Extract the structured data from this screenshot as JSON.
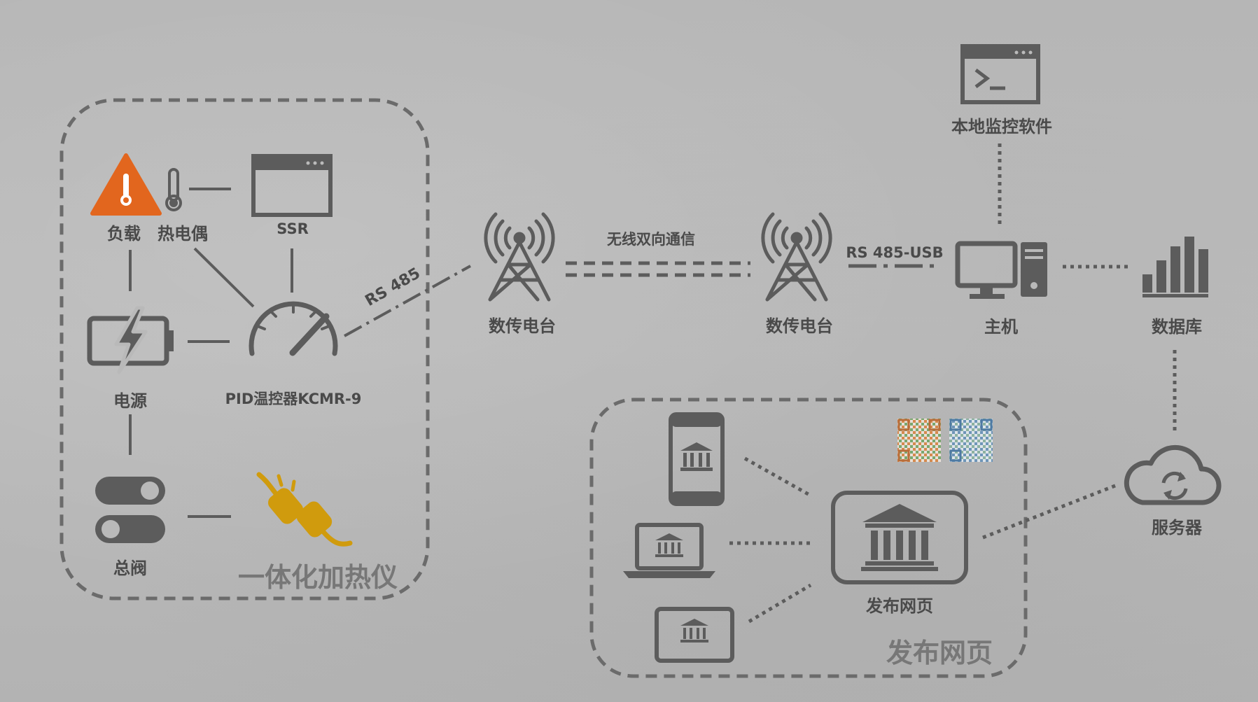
{
  "colors": {
    "icon": "#5c5c5c",
    "text": "#4a4a4a",
    "warning": "#e2661e",
    "plug": "#d09b0d",
    "frame": "#6b6b6b",
    "group_title": "#777777"
  },
  "integrated_heater": {
    "group_title": "一体化加热仪",
    "load": {
      "label": "负载",
      "icon": "warning-thermometer-icon"
    },
    "thermocouple": {
      "label": "热电偶",
      "icon": "thermometer-icon"
    },
    "ssr": {
      "label": "SSR",
      "icon": "window-icon"
    },
    "power": {
      "label": "电源",
      "icon": "battery-charging-icon"
    },
    "controller": {
      "label": "PID温控器KCMR-9",
      "icon": "gauge-icon"
    },
    "main_valve": {
      "label": "总阀",
      "icon": "toggle-switch-icon"
    },
    "plug": {
      "icon": "plug-icon"
    }
  },
  "link_labels": {
    "rs485": "RS 485",
    "wireless": "无线双向通信",
    "rs485_usb": "RS 485-USB"
  },
  "radio_left": {
    "label": "数传电台",
    "icon": "radio-tower-icon"
  },
  "radio_right": {
    "label": "数传电台",
    "icon": "radio-tower-icon"
  },
  "local_software": {
    "label": "本地监控软件",
    "icon": "terminal-icon"
  },
  "host": {
    "label": "主机",
    "icon": "desktop-computer-icon"
  },
  "database": {
    "label": "数据库",
    "icon": "bar-chart-icon"
  },
  "server": {
    "label": "服务器",
    "icon": "cloud-sync-icon"
  },
  "web_publish": {
    "group_title": "发布网页",
    "hub_label": "发布网页",
    "hub_icon": "bank-icon",
    "devices": [
      "phone-icon",
      "laptop-icon",
      "tablet-icon"
    ],
    "qr_codes": [
      "qr-code-icon",
      "qr-code-icon"
    ]
  }
}
